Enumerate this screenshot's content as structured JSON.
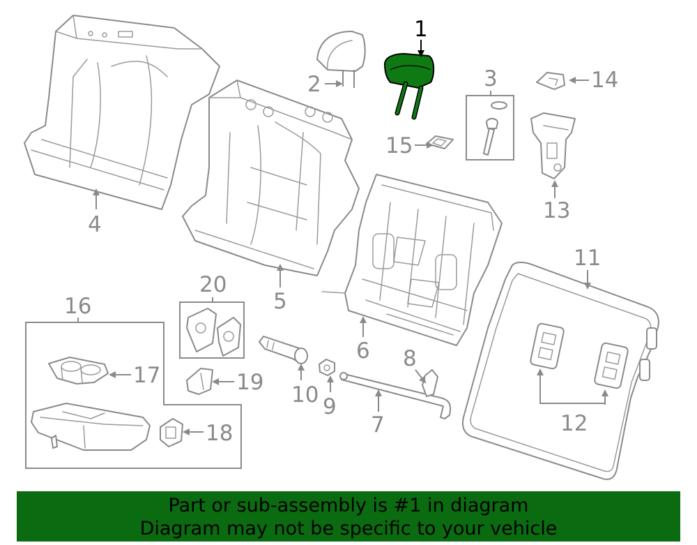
{
  "callouts": {
    "c1": "1",
    "c2": "2",
    "c3": "3",
    "c4": "4",
    "c5": "5",
    "c6": "6",
    "c7": "7",
    "c8": "8",
    "c9": "9",
    "c10": "10",
    "c11": "11",
    "c12": "12",
    "c13": "13",
    "c14": "14",
    "c15": "15",
    "c16": "16",
    "c17": "17",
    "c18": "18",
    "c19": "19",
    "c20": "20"
  },
  "banner": {
    "line1": "Part or sub-assembly is #1 in diagram",
    "line2": "Diagram may not be specific to your vehicle"
  },
  "colors": {
    "highlight_part": "#0f7a14",
    "banner_background": "#0b6b10",
    "line_art": "#8a8a8a"
  }
}
